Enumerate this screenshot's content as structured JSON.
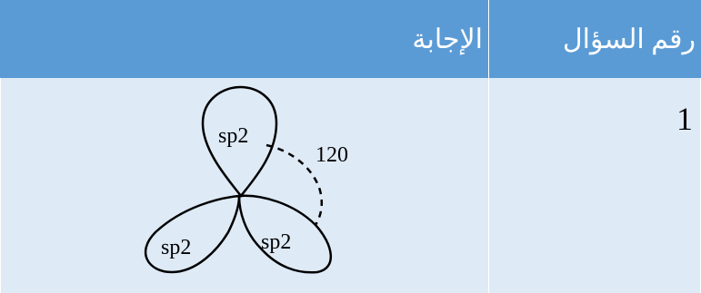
{
  "table": {
    "header": {
      "answer": "الإجابة",
      "question_number": "رقم السؤال"
    },
    "rows": [
      {
        "number": "1",
        "answer_diagram": {
          "orbital_labels": [
            "sp2",
            "sp2",
            "sp2"
          ],
          "angle_label": "120"
        }
      }
    ]
  },
  "colors": {
    "header_bg": "#5b9bd5",
    "header_text": "#ffffff",
    "row_bg": "#deeaf6"
  }
}
